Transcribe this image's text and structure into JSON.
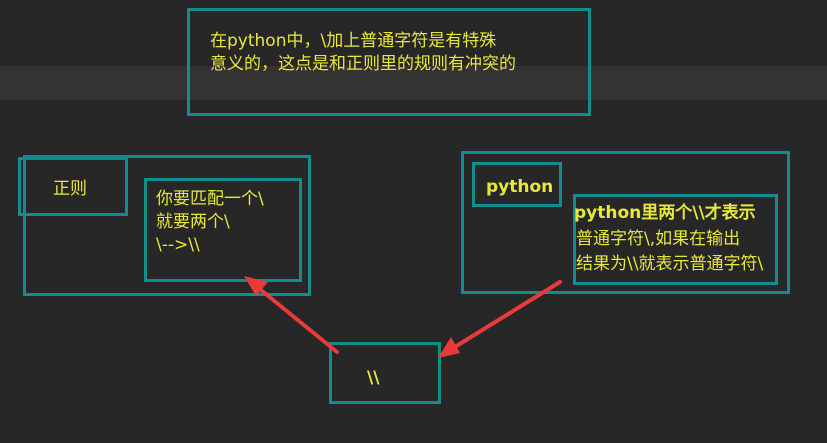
{
  "note": {
    "line1": "在python中，\\加上普通字符是有特殊",
    "line2": "意义的，这点是和正则里的规则有冲突的"
  },
  "regex": {
    "label": "正则",
    "line1": "你要匹配一个\\",
    "line2": "就要两个\\",
    "line3": "\\-->\\\\"
  },
  "python": {
    "label": "python",
    "line1": "python里两个\\\\才表示",
    "line2": "普通字符\\,如果在输出",
    "line3": "结果为\\\\就表示普通字符\\"
  },
  "bottom": {
    "label": "\\\\"
  },
  "colors": {
    "background": "#272727",
    "border": "#138c8c",
    "text": "#e8e83a",
    "arrow": "#e83a3a"
  }
}
